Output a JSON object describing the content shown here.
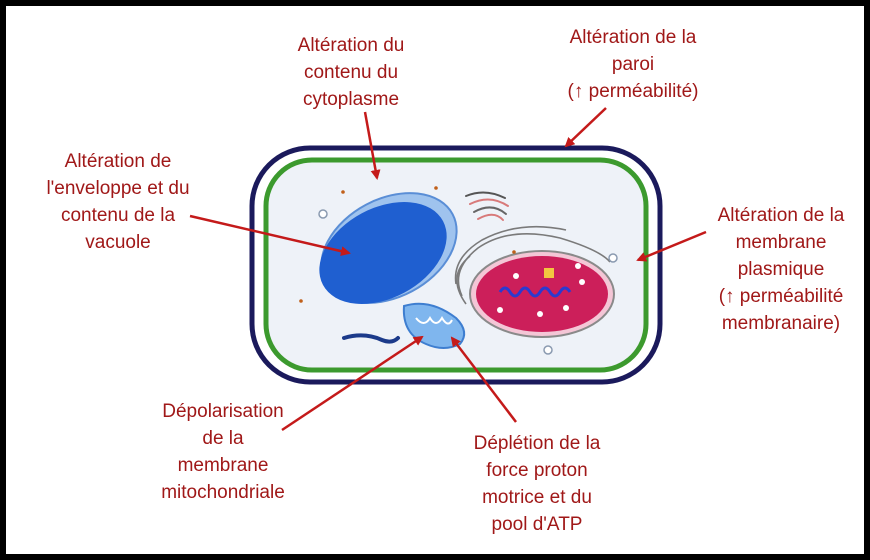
{
  "colors": {
    "label_text": "#a01818",
    "arrow": "#c41a1a",
    "frame": "#000000",
    "cell_wall": "#1b1a5c",
    "plasma_membrane": "#3c9a2e",
    "cytoplasm": "#eef2f8",
    "vacuole": "#1f5fd0",
    "nucleus": "#cc1f5a",
    "mitochondrion": "#7fb6ee"
  },
  "labels": {
    "cytoplasm": [
      "Altération du",
      "contenu du",
      "cytoplasme"
    ],
    "wall": [
      "Altération de la",
      "paroi",
      "(↑ perméabilité)"
    ],
    "vacuole": [
      "Altération de",
      "l'enveloppe et du",
      "contenu de la",
      "vacuole"
    ],
    "membrane": [
      "Altération de la",
      "membrane",
      "plasmique",
      "(↑ perméabilité",
      "membranaire)"
    ],
    "mitochondria": [
      "Dépolarisation",
      "de la",
      "membrane",
      "mitochondriale"
    ],
    "atp": [
      "Déplétion de la",
      "force proton",
      "motrice et du",
      "pool d'ATP"
    ]
  }
}
